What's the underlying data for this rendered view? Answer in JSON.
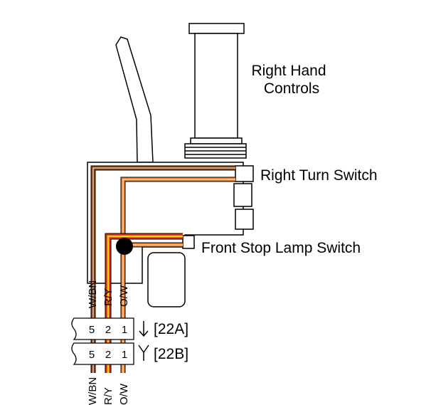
{
  "labels": {
    "controls_line1": "Right Hand",
    "controls_line2": "Controls",
    "right_turn_switch": "Right Turn Switch",
    "front_stop_lamp_switch": "Front Stop Lamp Switch"
  },
  "wires": [
    {
      "code": "W/BN",
      "pin": "5"
    },
    {
      "code": "R/Y",
      "pin": "2"
    },
    {
      "code": "O/W",
      "pin": "1"
    }
  ],
  "connectors": [
    {
      "id": "[22A]",
      "symbol": "female-arrow-icon",
      "pins": [
        "5",
        "2",
        "1"
      ]
    },
    {
      "id": "[22B]",
      "symbol": "male-fork-icon",
      "pins": [
        "5",
        "2",
        "1"
      ]
    }
  ],
  "colors": {
    "brown": "#8B4513",
    "red": "#E8251C",
    "yellow": "#FFE000",
    "orange": "#F07E26",
    "white": "#FFFFFF",
    "outline": "#000000",
    "splice": "#000000"
  }
}
